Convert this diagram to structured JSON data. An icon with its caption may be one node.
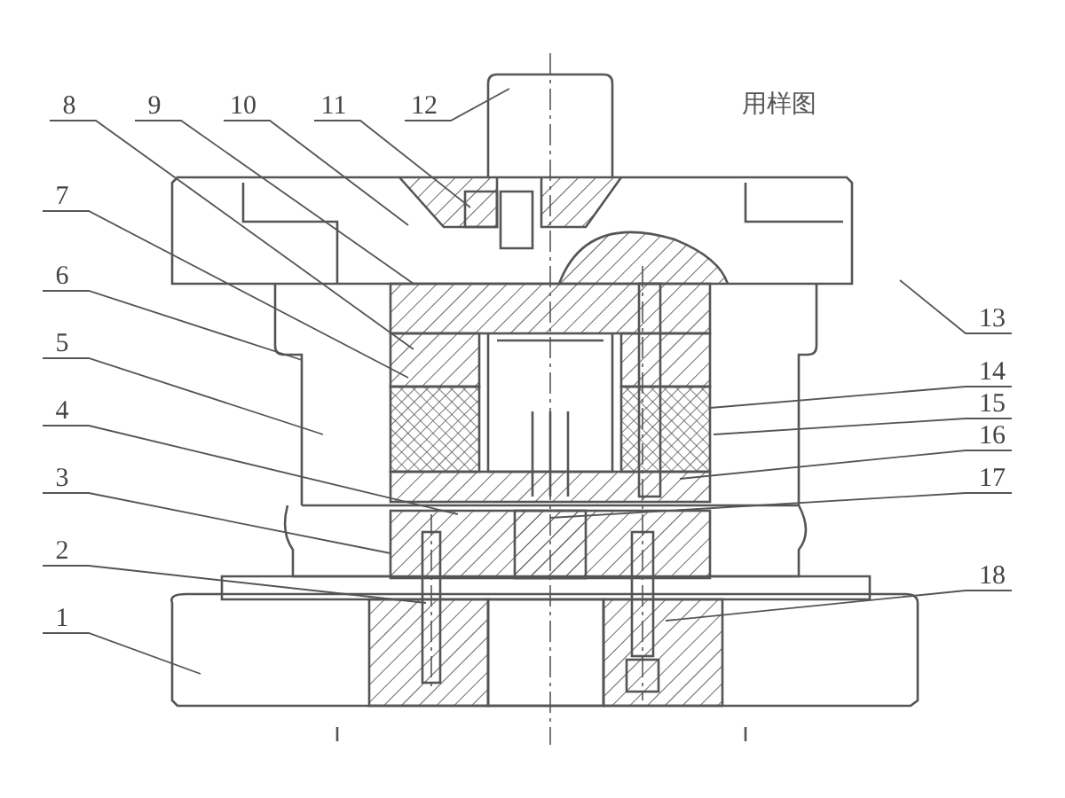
{
  "diagram": {
    "nodes": [
      {
        "text": [
          "1"
        ]
      },
      {
        "text": [
          "2"
        ]
      },
      {
        "text": [
          "3"
        ]
      },
      {
        "text": [
          "4"
        ]
      },
      {
        "text": [
          "5"
        ]
      },
      {
        "text": [
          "6"
        ]
      },
      {
        "text": [
          "7"
        ]
      },
      {
        "text": [
          "8"
        ]
      },
      {
        "text": [
          "9"
        ]
      },
      {
        "text": [
          "10"
        ]
      },
      {
        "text": [
          "11"
        ]
      },
      {
        "text": [
          "12"
        ]
      },
      {
        "text": [
          "13"
        ]
      },
      {
        "text": [
          "14"
        ]
      },
      {
        "text": [
          "15"
        ]
      },
      {
        "text": [
          "16"
        ]
      },
      {
        "text": [
          "17"
        ]
      },
      {
        "text": [
          "18"
        ]
      }
    ],
    "edges": [
      {
        "from": 0,
        "to": null,
        "arrow": "none"
      },
      {
        "from": 1,
        "to": null,
        "arrow": "none"
      },
      {
        "from": 2,
        "to": null,
        "arrow": "none"
      },
      {
        "from": 3,
        "to": null,
        "arrow": "none"
      },
      {
        "from": 4,
        "to": null,
        "arrow": "none"
      },
      {
        "from": 5,
        "to": null,
        "arrow": "none"
      },
      {
        "from": 6,
        "to": null,
        "arrow": "none"
      },
      {
        "from": 7,
        "to": null,
        "arrow": "none"
      },
      {
        "from": 8,
        "to": null,
        "arrow": "none"
      },
      {
        "from": 9,
        "to": null,
        "arrow": "none"
      },
      {
        "from": 10,
        "to": null,
        "arrow": "none"
      },
      {
        "from": 11,
        "to": null,
        "arrow": "none"
      },
      {
        "from": 12,
        "to": null,
        "arrow": "none"
      },
      {
        "from": 13,
        "to": null,
        "arrow": "none"
      },
      {
        "from": 14,
        "to": null,
        "arrow": "none"
      },
      {
        "from": 15,
        "to": null,
        "arrow": "none"
      },
      {
        "from": 16,
        "to": null,
        "arrow": "none"
      },
      {
        "from": 17,
        "to": null,
        "arrow": "none"
      }
    ],
    "labels": [
      "用样图"
    ]
  }
}
